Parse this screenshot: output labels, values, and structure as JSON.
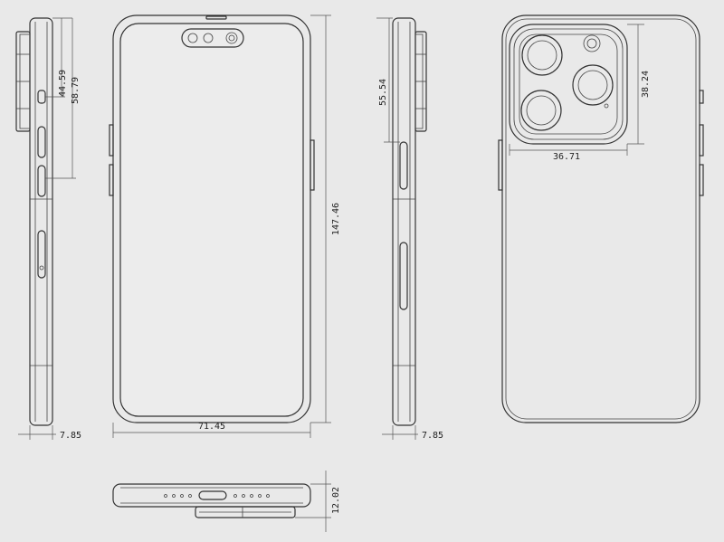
{
  "dimensions": {
    "side_left_upper": "44.59",
    "side_left_lower": "58.79",
    "side_left_depth": "7.85",
    "front_width": "71.45",
    "front_height": "147.46",
    "side_right_button": "55.54",
    "side_right_depth": "7.85",
    "back_camera_height": "38.24",
    "back_camera_width": "36.71",
    "bottom_depth": "12.02"
  }
}
